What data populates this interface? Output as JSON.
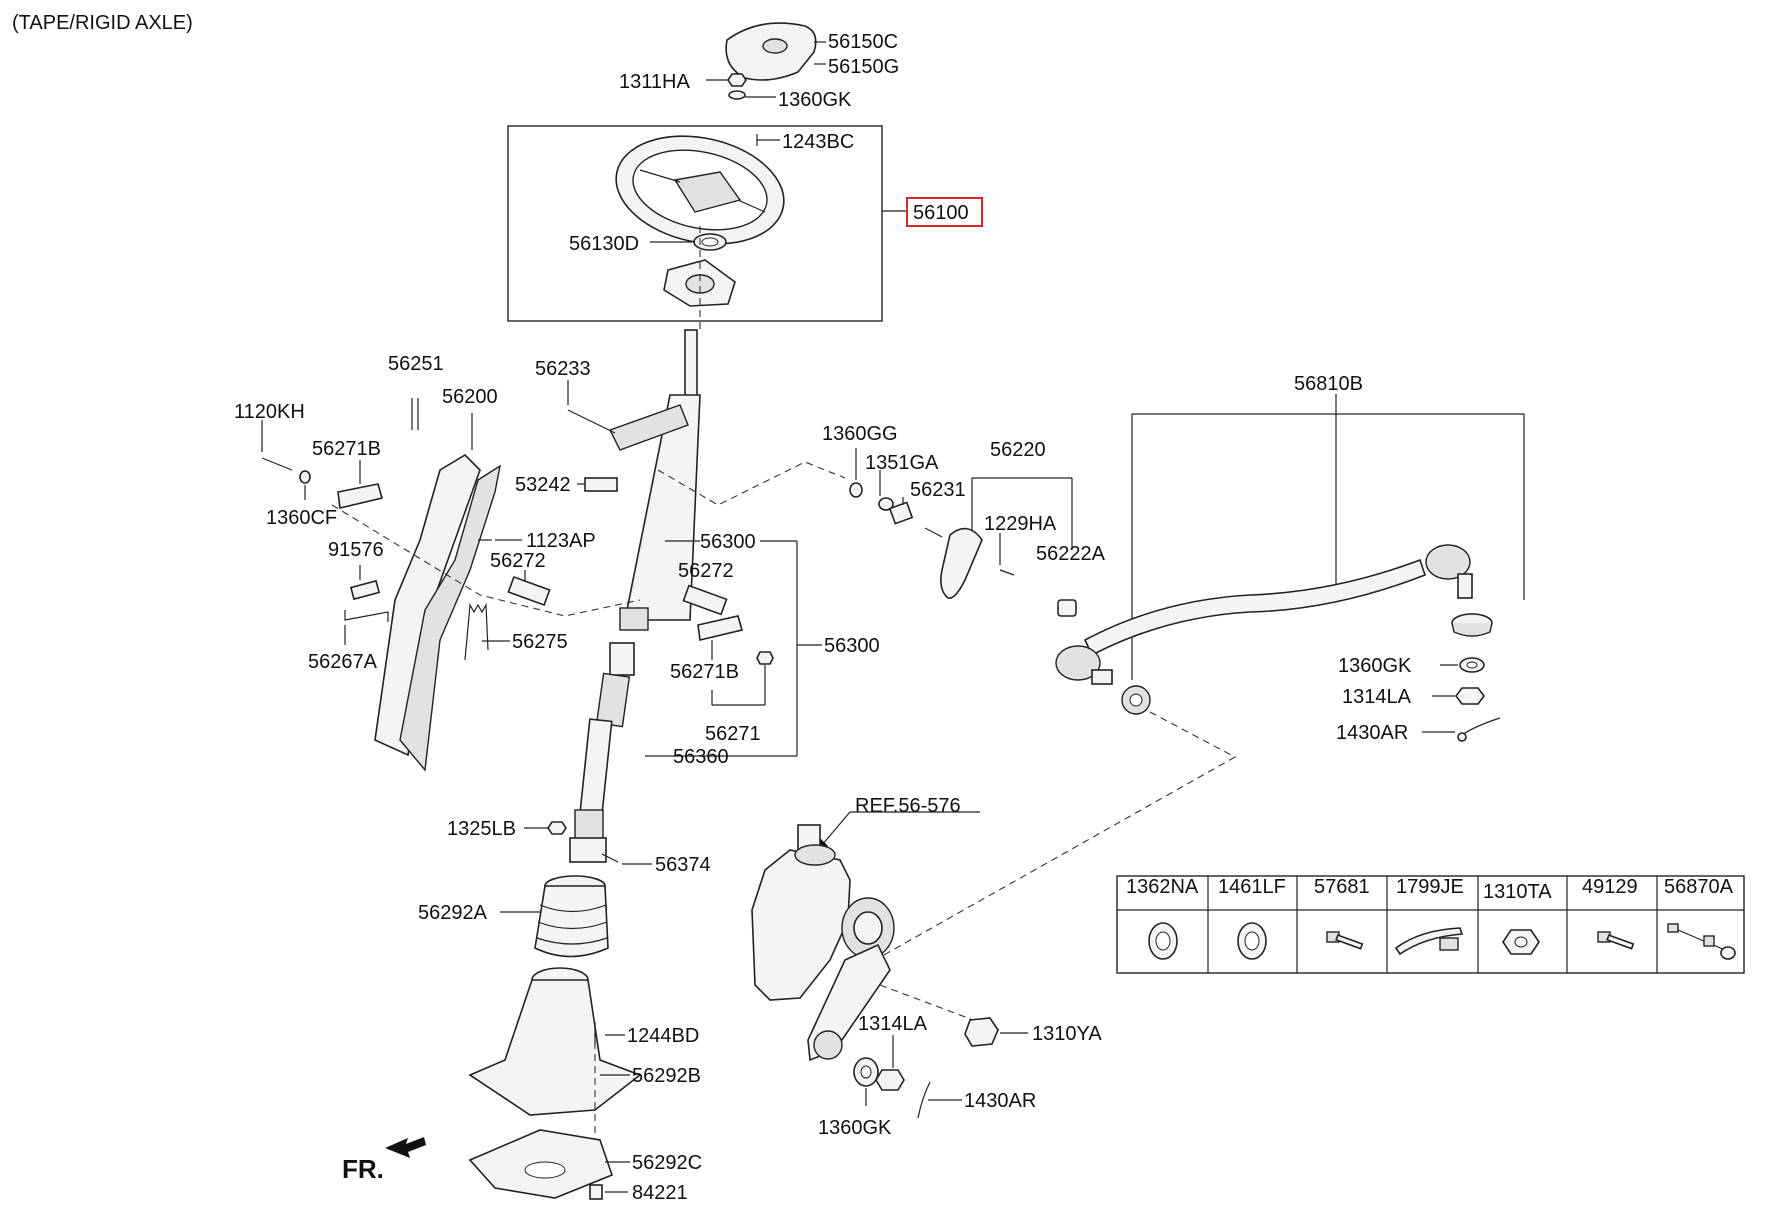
{
  "diagram": {
    "title": "(TAPE/RIGID AXLE)",
    "fr_label": "FR.",
    "ref_label": "REF.56-576"
  },
  "labels": {
    "c56150C": "56150C",
    "c56150G": "56150G",
    "c1311HA": "1311HA",
    "c1360GK_top": "1360GK",
    "c1243BC": "1243BC",
    "c56100": "56100",
    "c56130D": "56130D",
    "c56251": "56251",
    "c56200": "56200",
    "c56233": "56233",
    "c1120KH": "1120KH",
    "c56271B_left": "56271B",
    "c1360CF": "1360CF",
    "c53242": "53242",
    "c1123AP": "1123AP",
    "c91576": "91576",
    "c56272_left": "56272",
    "c56300_a": "56300",
    "c56272_mid": "56272",
    "c56267A": "56267A",
    "c56275": "56275",
    "c56300_b": "56300",
    "c56271B_mid": "56271B",
    "c56271": "56271",
    "c56360": "56360",
    "c1325LB": "1325LB",
    "c56374": "56374",
    "c56292A": "56292A",
    "c1244BD": "1244BD",
    "c56292B": "56292B",
    "c56292C": "56292C",
    "c84221": "84221",
    "c1360GG": "1360GG",
    "c1351GA": "1351GA",
    "c56231": "56231",
    "c56220": "56220",
    "c1229HA": "1229HA",
    "c56222A": "56222A",
    "c56810B": "56810B",
    "c1360GK_right": "1360GK",
    "c1314LA_right": "1314LA",
    "c1430AR_right": "1430AR",
    "c1314LA_low": "1314LA",
    "c1310YA": "1310YA",
    "c1360GK_low": "1360GK",
    "c1430AR_low": "1430AR"
  },
  "parts_table": {
    "headers": [
      "1362NA",
      "1461LF",
      "57681",
      "1799JE",
      "1310TA",
      "49129",
      "56870A"
    ],
    "icons": [
      "washer-icon",
      "washer-icon",
      "bolt-icon",
      "clip-strap-icon",
      "nut-icon",
      "bolt-icon",
      "ball-joint-icon"
    ]
  },
  "colors": {
    "highlight": "#d62828",
    "line": "#222222"
  }
}
